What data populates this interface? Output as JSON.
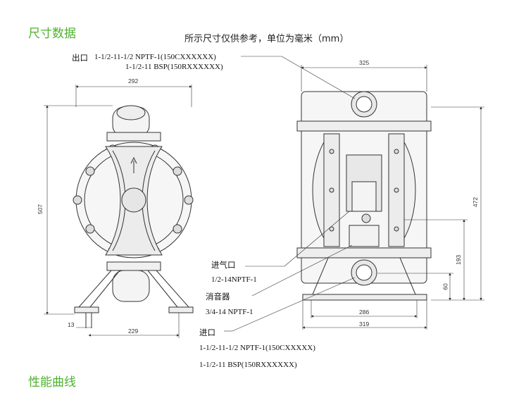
{
  "section_titles": {
    "dimensions": "尺寸数据",
    "performance": "性能曲线"
  },
  "note": "所示尺寸仅供参考，单位为毫米（mm）",
  "labels": {
    "outlet_title": "出口",
    "outlet_line1": "1-1/2-11-1/2 NPTF-1(150CXXXXXX)",
    "outlet_line2": "1-1/2-11 BSP(150RXXXXXX)",
    "air_inlet_title": "进气口",
    "air_inlet_spec": "1/2-14NPTF-1",
    "muffler_title": "消音器",
    "muffler_spec": "3/4-14 NPTF-1",
    "inlet_title": "进口",
    "inlet_line1": "1-1/2-11-1/2 NPTF-1(150CXXXXX)",
    "inlet_line2": "1-1/2-11 BSP(150RXXXXXX)"
  },
  "dimensions": {
    "front_width": "292",
    "front_height": "507",
    "foot_offset": "13",
    "foot_span": "229",
    "side_width": "325",
    "side_height": "472",
    "air_inlet_height": "193",
    "inlet_height": "60",
    "base_inner": "286",
    "base_outer": "319"
  }
}
